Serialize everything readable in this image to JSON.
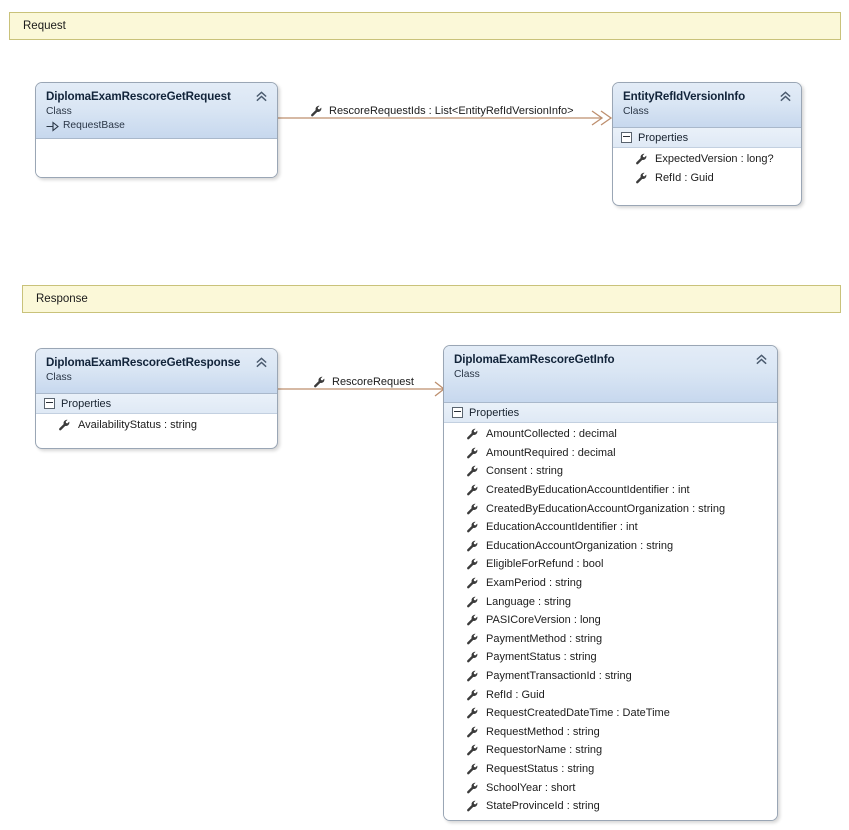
{
  "diagram": {
    "sections": [
      {
        "name": "request-section",
        "label": "Request"
      },
      {
        "name": "response-section",
        "label": "Response"
      }
    ]
  },
  "classes": {
    "request": {
      "title": "DiplomaExamRescoreGetRequest",
      "stereotype": "Class",
      "base": "RequestBase",
      "collapse_icon": "chevron-up-double-icon"
    },
    "entity_ref": {
      "title": "EntityRefIdVersionInfo",
      "stereotype": "Class",
      "collapse_icon": "chevron-up-double-icon",
      "compartment": "Properties",
      "members": [
        "ExpectedVersion : long?",
        "RefId : Guid"
      ]
    },
    "response": {
      "title": "DiplomaExamRescoreGetResponse",
      "stereotype": "Class",
      "collapse_icon": "chevron-up-double-icon",
      "compartment": "Properties",
      "members": [
        "AvailabilityStatus : string"
      ]
    },
    "info": {
      "title": "DiplomaExamRescoreGetInfo",
      "stereotype": "Class",
      "collapse_icon": "chevron-up-double-icon",
      "compartment": "Properties",
      "members": [
        "AmountCollected : decimal",
        "AmountRequired : decimal",
        "Consent : string",
        "CreatedByEducationAccountIdentifier : int",
        "CreatedByEducationAccountOrganization : string",
        "EducationAccountIdentifier : int",
        "EducationAccountOrganization : string",
        "EligibleForRefund : bool",
        "ExamPeriod : string",
        "Language : string",
        "PASICoreVersion : long",
        "PaymentMethod : string",
        "PaymentStatus : string",
        "PaymentTransactionId : string",
        "RefId : Guid",
        "RequestCreatedDateTime : DateTime",
        "RequestMethod : string",
        "RequestorName : string",
        "RequestStatus : string",
        "SchoolYear : short",
        "StateProvinceId : string"
      ]
    }
  },
  "connectors": [
    {
      "name": "request-to-entityref",
      "label": "RescoreRequestIds : List<EntityRefIdVersionInfo>",
      "icon": "wrench-icon"
    },
    {
      "name": "response-to-info",
      "label": "RescoreRequest",
      "icon": "wrench-icon"
    }
  ],
  "colors": {
    "band_fill": "#fbf8d8",
    "band_border": "#c9c27a",
    "class_header_top": "#e3ecf7",
    "class_header_bottom": "#c7d8ee",
    "class_border": "#9aa6b5",
    "connector": "#bd8f6e"
  }
}
